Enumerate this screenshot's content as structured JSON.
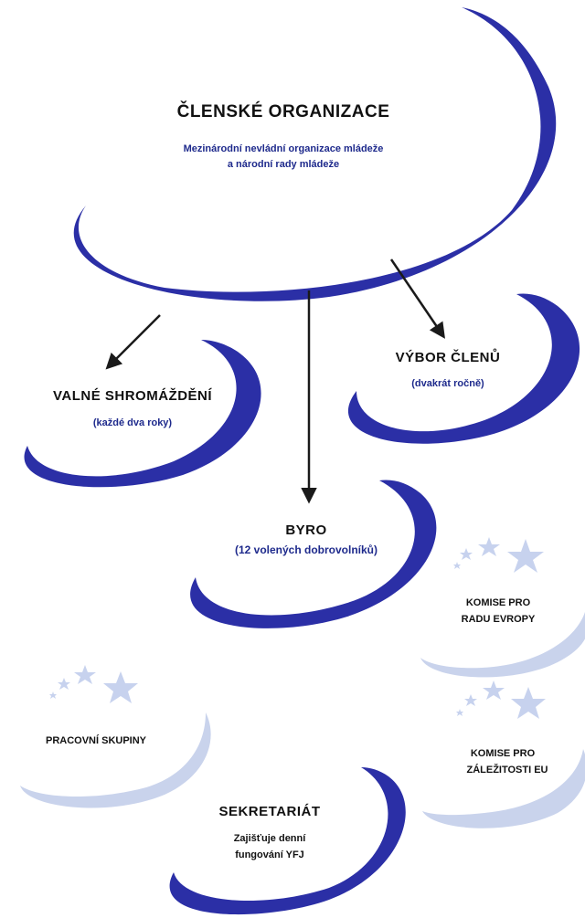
{
  "colors": {
    "swoosh": "#2b2fa6",
    "swoosh_light": "#c9d3ec",
    "arrow": "#1a1a1a",
    "star": "#c7d2ee",
    "subtitle": "#1e2a8c"
  },
  "nodes": {
    "member_orgs": {
      "title": "ČLENSKÉ  ORGANIZACE",
      "subtitle_line1": "Mezinárodní nevládní organizace mládeže",
      "subtitle_line2": "a národní rady mládeže"
    },
    "general_assembly": {
      "title": "VALNÉ SHROMÁŽDĚNÍ",
      "subtitle": "(každé dva roky)"
    },
    "members_committee": {
      "title": "VÝBOR ČLENŮ",
      "subtitle": "(dvakrát ročně)"
    },
    "bureau": {
      "title": "BYRO",
      "subtitle": "(12 volených dobrovolníků)"
    },
    "coe_commission": {
      "line1": "KOMISE PRO",
      "line2": "RADU EVROPY"
    },
    "working_groups": {
      "label": "PRACOVNÍ  SKUPINY"
    },
    "eu_commission": {
      "line1": "KOMISE PRO",
      "line2": "ZÁLEŽITOSTI  EU"
    },
    "secretariat": {
      "title": "SEKRETARIÁT",
      "line1": "Zajišťuje denní",
      "line2": "fungování YFJ"
    }
  }
}
